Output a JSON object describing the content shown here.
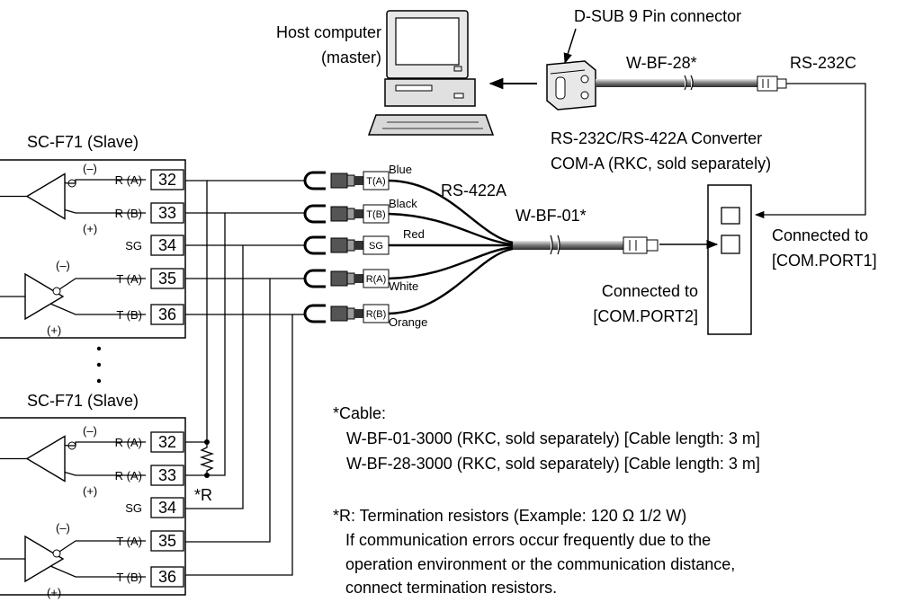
{
  "host": {
    "label_line1": "Host computer",
    "label_line2": "(master)"
  },
  "connector": {
    "label": "D-SUB 9 Pin connector"
  },
  "cable_top": {
    "label": "W-BF-28*"
  },
  "rs232c": {
    "label": "RS-232C"
  },
  "converter": {
    "line1": "RS-232C/RS-422A Converter",
    "line2": "COM-A (RKC, sold separately)"
  },
  "rs422a": {
    "label": "RS-422A"
  },
  "cable_mid": {
    "label": "W-BF-01*"
  },
  "port1": {
    "line1": "Connected to",
    "line2": "[COM.PORT1]"
  },
  "port2": {
    "line1": "Connected to",
    "line2": "[COM.PORT2]"
  },
  "wire_colors": [
    {
      "tag": "T(A)",
      "color": "Blue"
    },
    {
      "tag": "T(B)",
      "color": "Black"
    },
    {
      "tag": "SG",
      "color": "Red"
    },
    {
      "tag": "R(A)",
      "color": "White"
    },
    {
      "tag": "R(B)",
      "color": "Orange"
    }
  ],
  "slave1": {
    "title": "SC-F71 (Slave)",
    "terminals": [
      {
        "name": "R (A)",
        "num": "32"
      },
      {
        "name": "R (B)",
        "num": "33"
      },
      {
        "name": "SG",
        "num": "34"
      },
      {
        "name": "T (A)",
        "num": "35"
      },
      {
        "name": "T (B)",
        "num": "36"
      }
    ]
  },
  "slave2": {
    "title": "SC-F71 (Slave)",
    "terminals": [
      {
        "name": "R (A)",
        "num": "32"
      },
      {
        "name": "R (A)",
        "num": "33"
      },
      {
        "name": "SG",
        "num": "34"
      },
      {
        "name": "T (A)",
        "num": "35"
      },
      {
        "name": "T (B)",
        "num": "36"
      }
    ]
  },
  "polarity": {
    "minus": "(–)",
    "plus": "(+)"
  },
  "resistor": {
    "label": "*R"
  },
  "notes": {
    "cable_title": "*Cable:",
    "cable_line1": "W-BF-01-3000 (RKC, sold separately) [Cable length: 3 m]",
    "cable_line2": "W-BF-28-3000 (RKC, sold separately) [Cable length: 3 m]",
    "r_line1": "*R: Termination resistors (Example: 120 Ω 1/2 W)",
    "r_line2": "If communication errors occur frequently due to the",
    "r_line3": "operation environment or the communication distance,",
    "r_line4": "connect termination resistors."
  }
}
